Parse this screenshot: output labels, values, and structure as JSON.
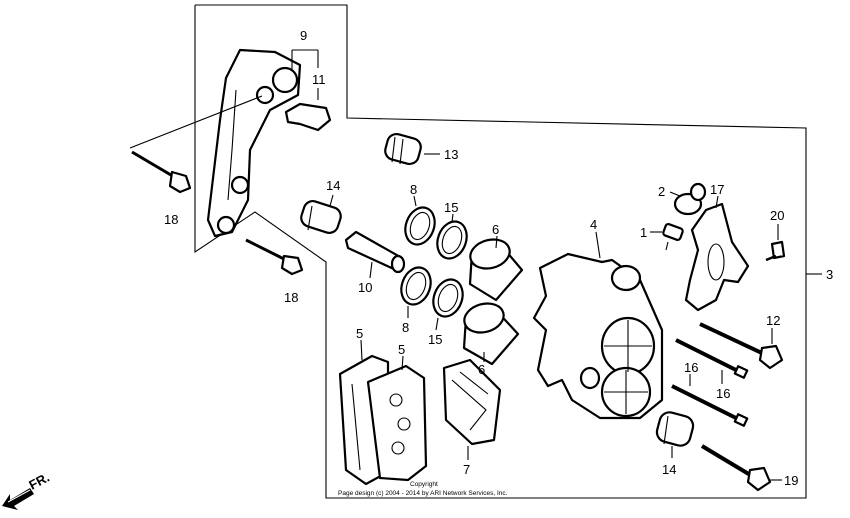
{
  "diagram": {
    "labels": {
      "p1": "1",
      "p2": "2",
      "p3": "3",
      "p4": "4",
      "p5a": "5",
      "p5b": "5",
      "p6a": "6",
      "p6b": "6",
      "p7": "7",
      "p8a": "8",
      "p8b": "8",
      "p9": "9",
      "p10": "10",
      "p11": "11",
      "p12": "12",
      "p13": "13",
      "p14a": "14",
      "p14b": "14",
      "p15a": "15",
      "p15b": "15",
      "p16a": "16",
      "p16b": "16",
      "p17": "17",
      "p18a": "18",
      "p18b": "18",
      "p19": "19",
      "p20": "20"
    },
    "copyright_line1": "Copyright",
    "copyright_line2": "Page design (c) 2004 - 2014 by ARI Network Services, Inc.",
    "direction_label": "FR."
  }
}
